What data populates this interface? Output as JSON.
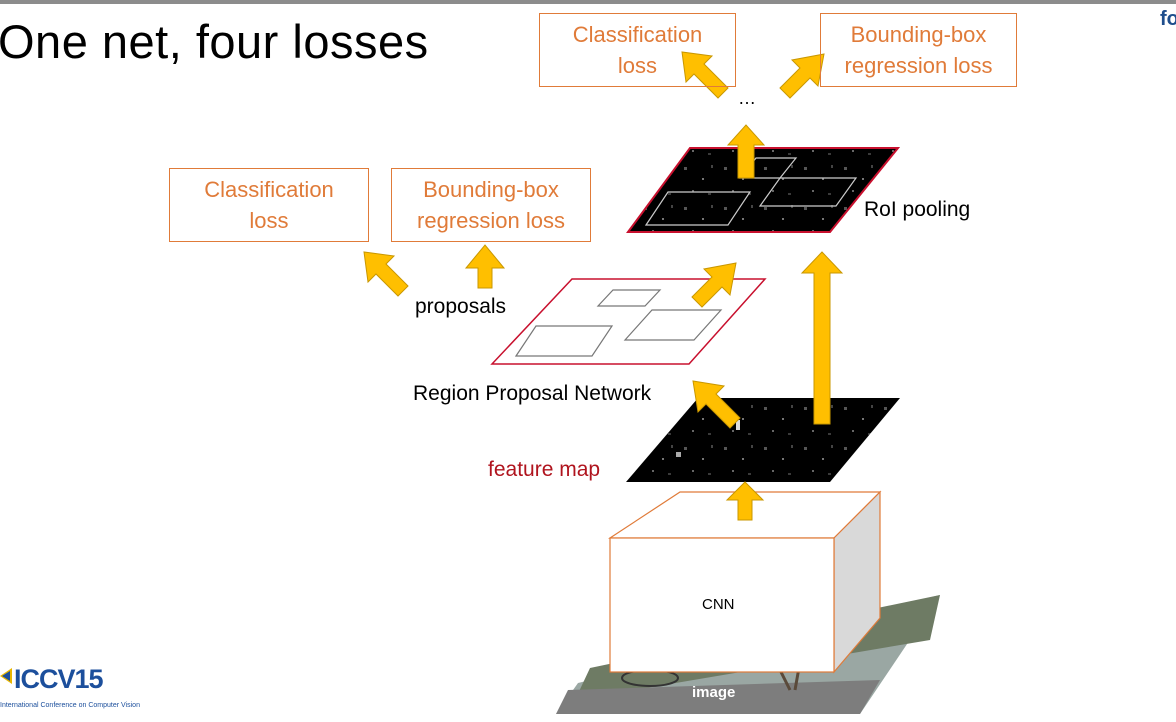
{
  "title": "One net, four losses",
  "corner_text": "fo",
  "top_losses": {
    "classification": "Classification\nloss",
    "bbox": "Bounding-box\nregression loss"
  },
  "rpn_losses": {
    "classification": "Classification\nloss",
    "bbox": "Bounding-box\nregression loss"
  },
  "ellipsis": "…",
  "roi_pooling": "RoI pooling",
  "proposals": "proposals",
  "rpn": "Region Proposal Network",
  "feature_map": "feature map",
  "cnn": "CNN",
  "image": "image",
  "logo": {
    "name": "ICCV15",
    "subtitle": "International Conference on Computer Vision"
  },
  "colors": {
    "loss": "#e07b39",
    "arrow": "#ffbf00",
    "arrow_stroke": "#c99700",
    "feature_map_label": "#b0141e",
    "plane_border": "#c8102e"
  }
}
